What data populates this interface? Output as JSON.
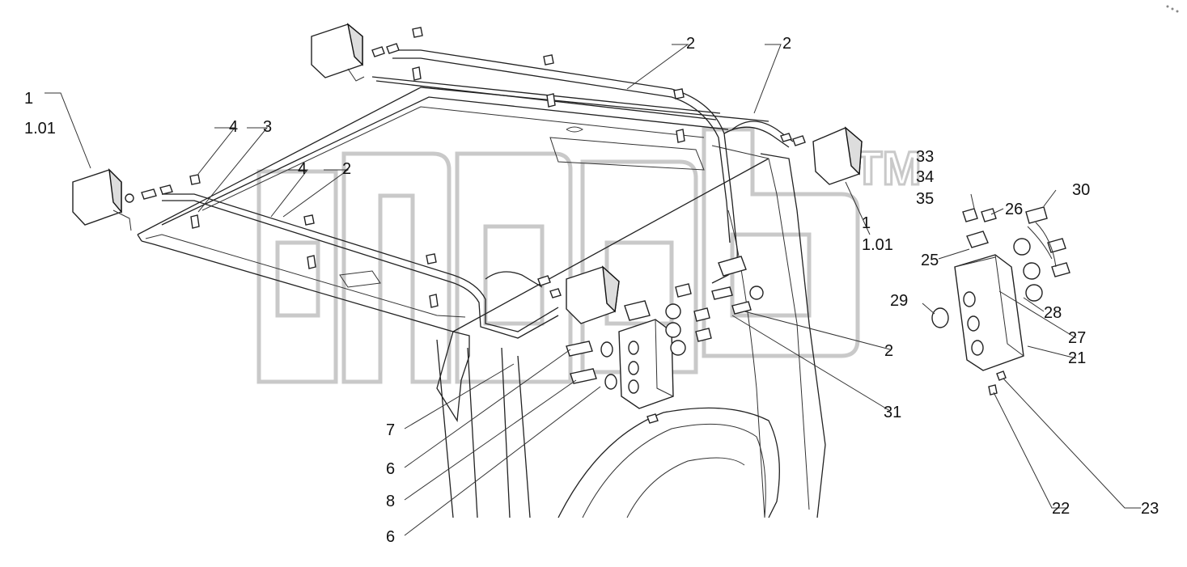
{
  "watermark": {
    "trademark": "TM"
  },
  "labels": {
    "l1_top": "1",
    "l101_top": "1.01",
    "l4a": "4",
    "l3": "3",
    "l4b": "4",
    "l2a": "2",
    "l2_top1": "2",
    "l2_top2": "2",
    "l1_right": "1",
    "l101_right": "1.01",
    "l33": "33",
    "l34": "34",
    "l35": "35",
    "l26": "26",
    "l30": "30",
    "l25": "25",
    "l29": "29",
    "l28": "28",
    "l27": "27",
    "l21": "21",
    "l2_mid": "2",
    "l31": "31",
    "l7": "7",
    "l6a": "6",
    "l8": "8",
    "l6b": "6",
    "l22": "22",
    "l23": "23"
  }
}
